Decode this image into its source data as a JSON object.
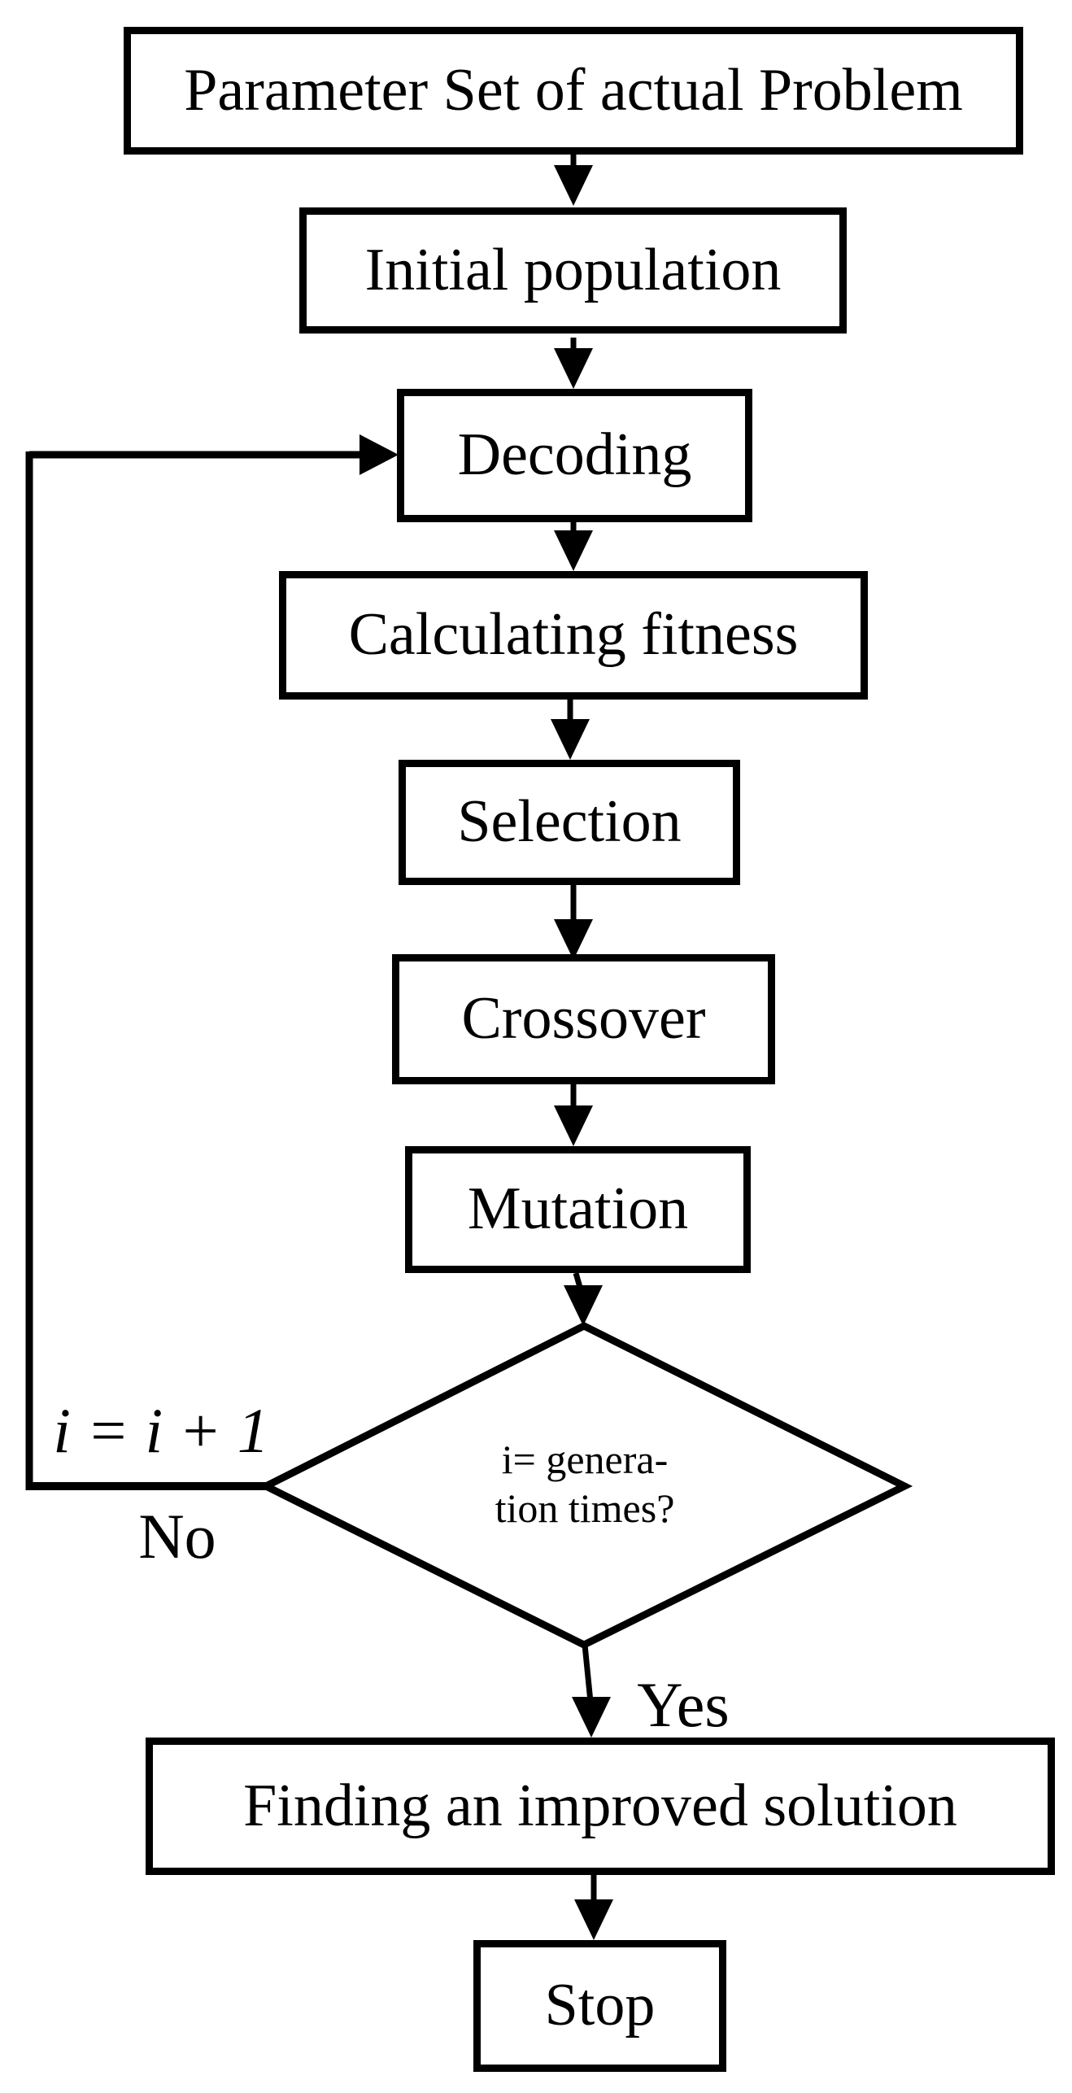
{
  "colors": {
    "ink": "#000000",
    "paper": "#ffffff"
  },
  "nodes": [
    {
      "id": "param",
      "label": "Parameter Set of actual Problem"
    },
    {
      "id": "initial",
      "label": "Initial population"
    },
    {
      "id": "decoding",
      "label": "Decoding"
    },
    {
      "id": "fitness",
      "label": "Calculating fitness"
    },
    {
      "id": "selection",
      "label": "Selection"
    },
    {
      "id": "crossover",
      "label": "Crossover"
    },
    {
      "id": "mutation",
      "label": "Mutation"
    },
    {
      "id": "finding",
      "label": "Finding an improved solution"
    },
    {
      "id": "stop",
      "label": "Stop"
    }
  ],
  "decision": {
    "line1": "i= genera-",
    "line2": "tion times?"
  },
  "labels": {
    "increment": "i = i + 1",
    "no": "No",
    "yes": "Yes"
  }
}
